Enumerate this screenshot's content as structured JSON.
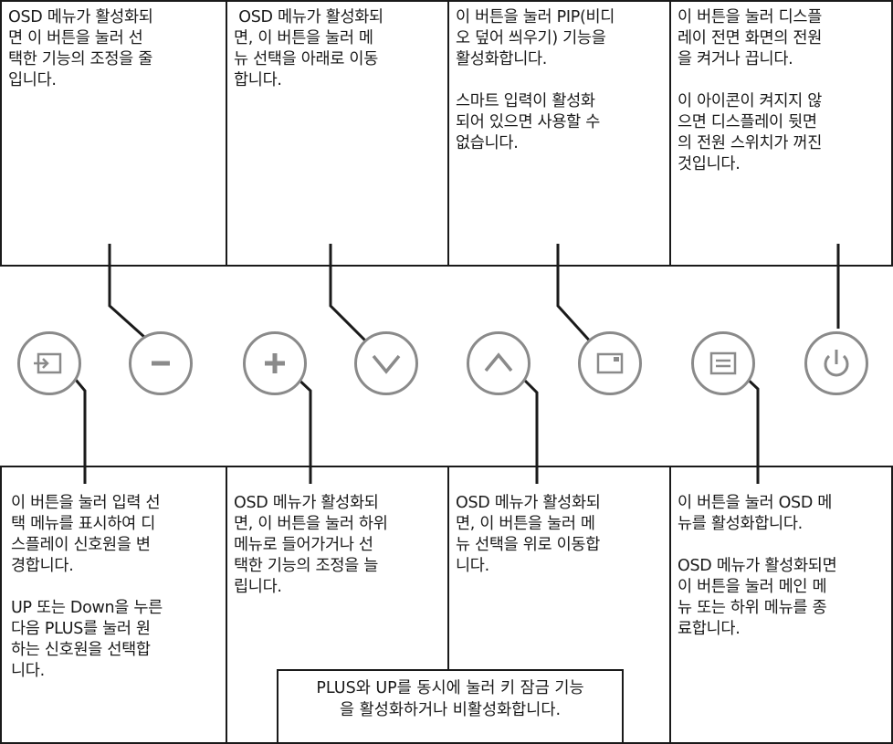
{
  "top_boxes": [
    {
      "text": "OSD 메뉴가 활성화되\n면 이 버튼을 눌러 선\n택한 기능의 조정을 줄\n입니다."
    },
    {
      "text": " OSD 메뉴가 활성화되\n면, 이 버튼을 눌러 메\n뉴 선택을 아래로 이동\n합니다."
    },
    {
      "text": "이 버튼을 눌러 PIP(비디\n오 덮어 씌우기) 기능을\n활성화합니다.\n\n스마트 입력이 활성화\n되어 있으면 사용할 수\n없습니다."
    },
    {
      "text": "이 버튼을 눌러 디스플\n레이 전면 화면의 전원\n을 켜거나 끕니다.\n\n이 아이콘이 켜지지 않\n으면 디스플레이 뒷면\n의 전원 스위치가 꺼진\n것입니다."
    }
  ],
  "bottom_boxes": [
    {
      "text": "이 버튼을 눌러 입력 선\n택 메뉴를 표시하여 디\n스플레이 신호원을 변\n경합니다.\n\nUP 또는 Down을 누른\n다음 PLUS를 눌러 원\n하는 신호원을 선택합\n니다."
    },
    {
      "text": "OSD 메뉴가 활성화되\n면, 이 버튼을 눌러 하위\n메뉴로 들어가거나 선\n택한 기능의 조정을 늘\n립니다."
    },
    {
      "text": "OSD 메뉴가 활성화되\n면, 이 버튼을 눌러 메\n뉴 선택을 위로 이동합\n니다."
    },
    {
      "text": "이 버튼을 눌러 OSD 메\n뉴를 활성화합니다.\n\nOSD 메뉴가 활성화되면\n이 버튼을 눌러 메인 메\n뉴 또는 하위 메뉴를 종\n료합니다."
    }
  ],
  "center_note": "PLUS와 UP를 동시에 눌러 키 잠금 기능\n을 활성화하거나 비활성화합니다.",
  "buttons": [
    {
      "icon": "input-select-icon"
    },
    {
      "icon": "minus-icon"
    },
    {
      "icon": "plus-icon"
    },
    {
      "icon": "down-arrow-icon"
    },
    {
      "icon": "up-arrow-icon"
    },
    {
      "icon": "pip-icon"
    },
    {
      "icon": "menu-icon"
    },
    {
      "icon": "power-icon"
    }
  ],
  "colors": {
    "line": "#1a1a1a",
    "button": "#8a8a8a"
  }
}
